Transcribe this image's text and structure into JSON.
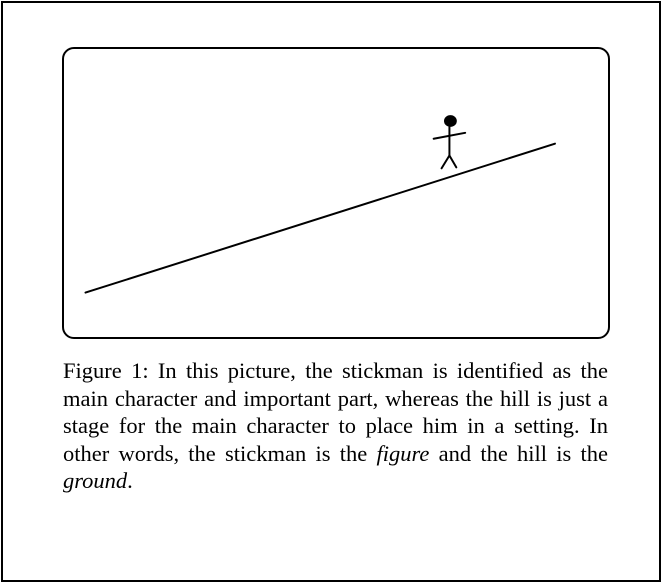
{
  "figure": {
    "illustration": {
      "subject": "stickman",
      "setting": "hill",
      "stroke_color": "#000000",
      "background_color": "#ffffff"
    },
    "caption": {
      "part1": "Figure 1: In this picture, the stickman is identified as the main character and important part, whereas the hill is just a stage for the main character to place him in a setting. In other words, the stickman is the ",
      "figure_term": "figure",
      "part2": " and the hill is the ",
      "ground_term": "ground",
      "part3": "."
    }
  }
}
